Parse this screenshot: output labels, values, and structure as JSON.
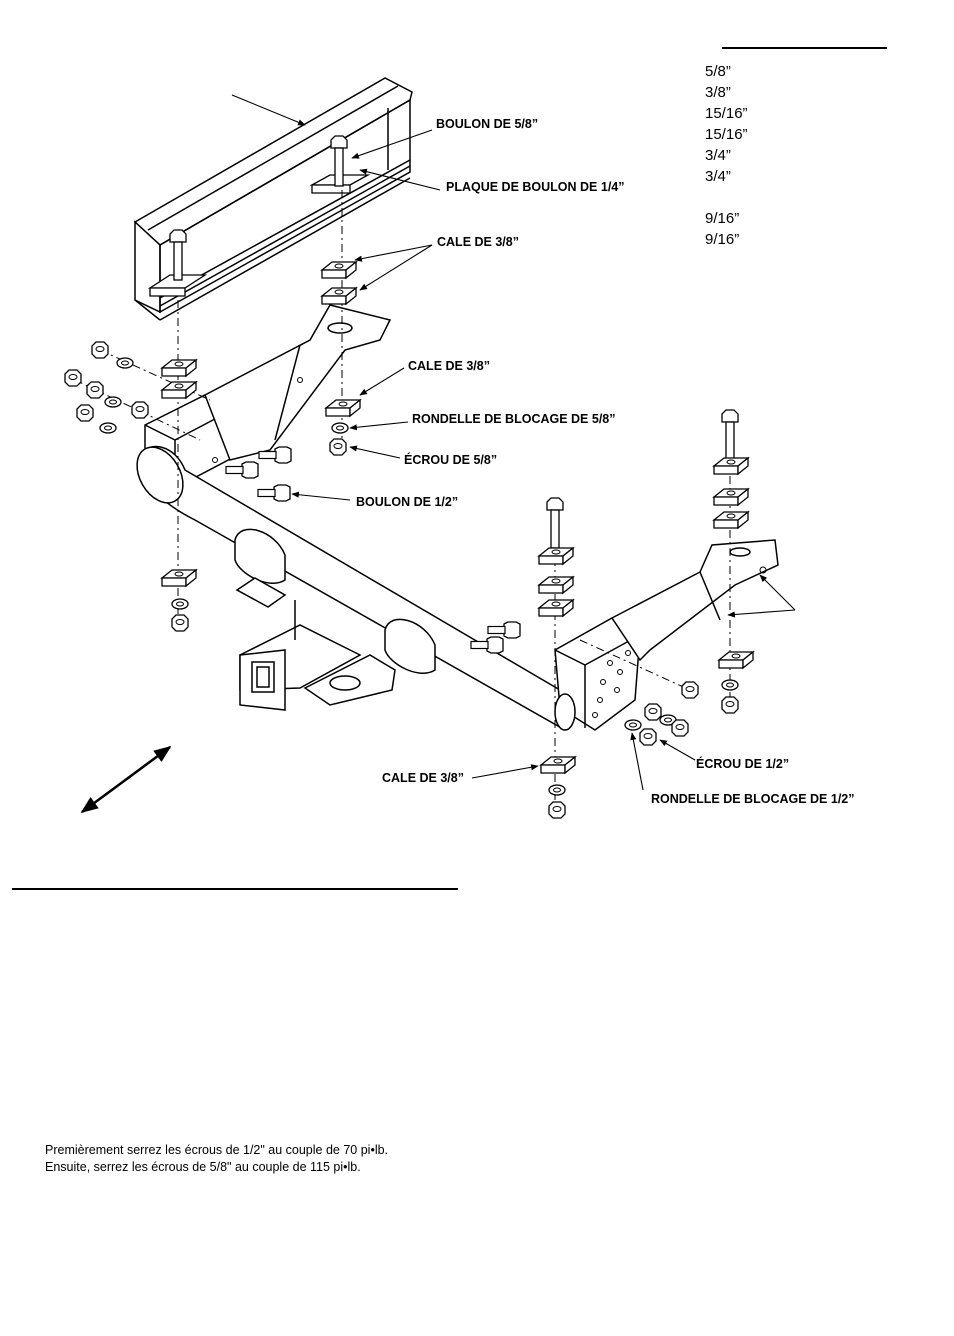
{
  "callouts": {
    "bolt_5_8": "BOULON DE 5/8”",
    "bolt_plate_1_4": "PLAQUE DE BOULON DE 1/4”",
    "shim_3_8_top": "CALE DE 3/8”",
    "shim_3_8_mid": "CALE DE 3/8”",
    "lock_washer_5_8": "RONDELLE DE BLOCAGE DE 5/8”",
    "nut_5_8": "ÉCROU DE 5/8”",
    "bolt_1_2": "BOULON DE 1/2”",
    "shim_3_8_bottom": "CALE DE 3/8”",
    "nut_1_2": "ÉCROU DE 1/2”",
    "lock_washer_1_2": "RONDELLE DE BLOCAGE DE 1/2”"
  },
  "sizes": [
    "5/8”",
    "3/8”",
    "15/16”",
    "15/16”",
    "3/4”",
    "3/4”",
    "9/16”",
    "9/16”"
  ],
  "notes": {
    "line1": "Premièrement serrez les écrous de 1/2\" au couple de 70 pi•lb.",
    "line2": "Ensuite, serrez les écrous de 5/8\" au couple de 115 pi•lb."
  }
}
